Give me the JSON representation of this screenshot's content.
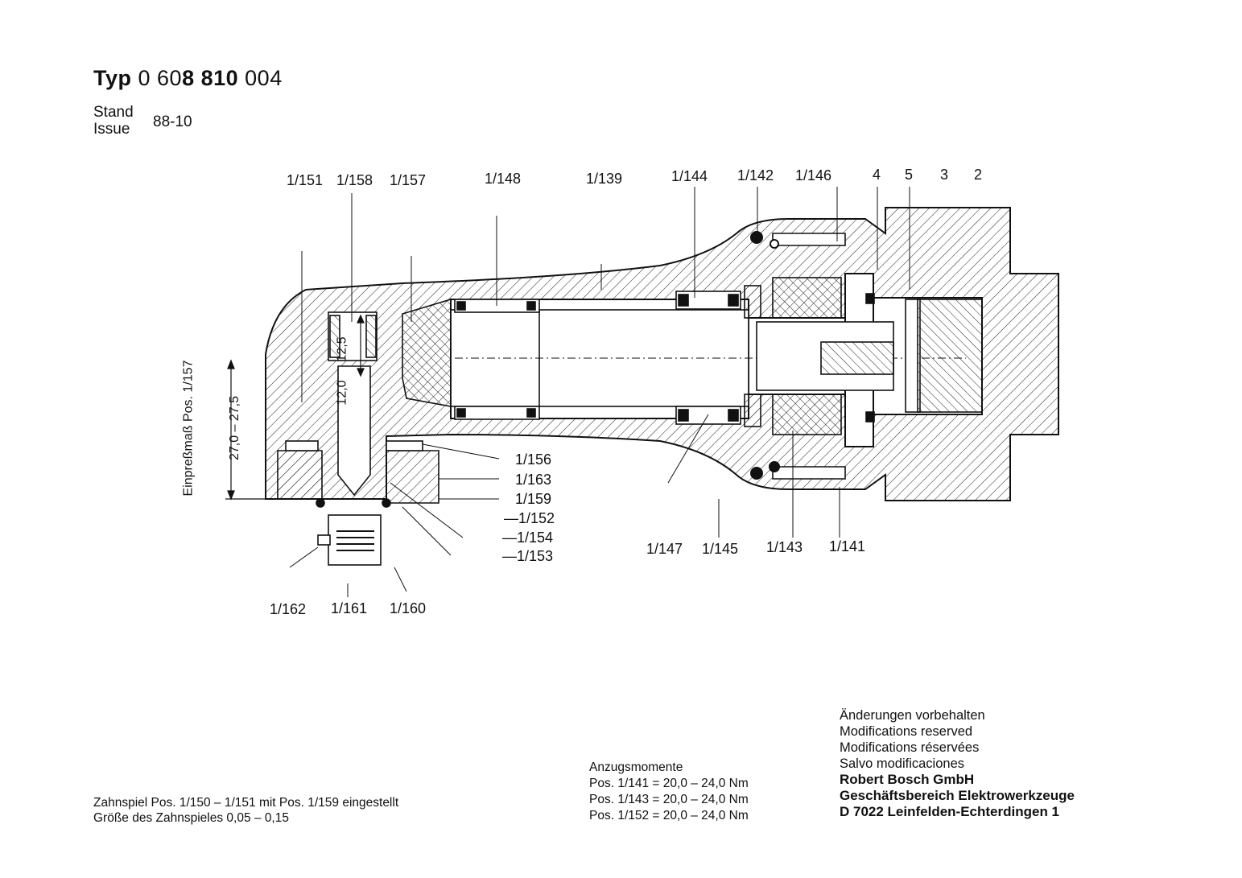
{
  "header": {
    "typ_label": "Typ",
    "number_part1": "0 60",
    "number_part2": "8 810",
    "number_part3": " 004",
    "stand_label": "Stand",
    "issue_label": "Issue",
    "issue_value": "88-10"
  },
  "callouts_top": [
    "1/151",
    "1/158",
    "1/157",
    "1/148",
    "1/139",
    "1/144",
    "1/142",
    "1/146",
    "4",
    "5",
    "3",
    "2"
  ],
  "callouts_right": [
    "1/156",
    "1/163",
    "1/159",
    "—1/152",
    "—1/154",
    "—1/153"
  ],
  "callouts_bottom": [
    "1/147",
    "1/145",
    "1/143",
    "1/141"
  ],
  "callouts_lower_left": [
    "1/162",
    "1/161",
    "1/160"
  ],
  "dimensions": {
    "vertical_label": "Einpreßmaß Pos. 1/157",
    "range_outer": "27,0 – 27,5",
    "range_inner_1": "12,0",
    "range_inner_2": "12,5"
  },
  "footnote": {
    "line1": "Zahnspiel Pos. 1/150 – 1/151 mit Pos. 1/159 eingestellt",
    "line2": "Größe des Zahnspieles 0,05 – 0,15"
  },
  "torque": {
    "title": "Anzugsmomente",
    "line1": "Pos. 1/141 = 20,0 – 24,0 Nm",
    "line2": "Pos. 1/143 = 20,0 – 24,0 Nm",
    "line3": "Pos. 1/152 = 20,0 – 24,0 Nm"
  },
  "company": {
    "line1": "Änderungen vorbehalten",
    "line2": "Modifications reserved",
    "line3": "Modifications réservées",
    "line4": "Salvo modificaciones",
    "line5": "Robert Bosch GmbH",
    "line6": "Geschäftsbereich Elektrowerkzeuge",
    "line7": "D 7022 Leinfelden-Echterdingen 1"
  }
}
